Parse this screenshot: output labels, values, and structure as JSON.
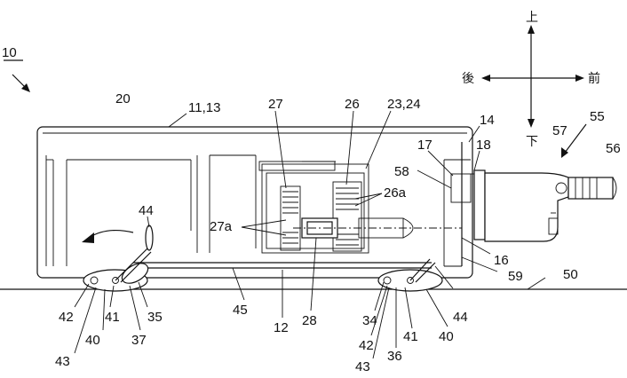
{
  "figure": {
    "main_ref": "10",
    "direction_labels": {
      "up": "上",
      "down": "下",
      "rear": "後",
      "front": "前"
    },
    "labels": [
      {
        "id": "lbl-20",
        "text": "20"
      },
      {
        "id": "lbl-11-13",
        "text": "11,13"
      },
      {
        "id": "lbl-27",
        "text": "27"
      },
      {
        "id": "lbl-26",
        "text": "26"
      },
      {
        "id": "lbl-23-24",
        "text": "23,24"
      },
      {
        "id": "lbl-14",
        "text": "14"
      },
      {
        "id": "lbl-17",
        "text": "17"
      },
      {
        "id": "lbl-18",
        "text": "18"
      },
      {
        "id": "lbl-57",
        "text": "57"
      },
      {
        "id": "lbl-55",
        "text": "55"
      },
      {
        "id": "lbl-56",
        "text": "56"
      },
      {
        "id": "lbl-58",
        "text": "58"
      },
      {
        "id": "lbl-26a",
        "text": "26a"
      },
      {
        "id": "lbl-27a",
        "text": "27a"
      },
      {
        "id": "lbl-44-left",
        "text": "44"
      },
      {
        "id": "lbl-16",
        "text": "16"
      },
      {
        "id": "lbl-59",
        "text": "59"
      },
      {
        "id": "lbl-50",
        "text": "50"
      },
      {
        "id": "lbl-45",
        "text": "45"
      },
      {
        "id": "lbl-12",
        "text": "12"
      },
      {
        "id": "lbl-28",
        "text": "28"
      },
      {
        "id": "lbl-34",
        "text": "34"
      },
      {
        "id": "lbl-44-right",
        "text": "44"
      },
      {
        "id": "lbl-42-left",
        "text": "42"
      },
      {
        "id": "lbl-41-left",
        "text": "41"
      },
      {
        "id": "lbl-35",
        "text": "35"
      },
      {
        "id": "lbl-40-left",
        "text": "40"
      },
      {
        "id": "lbl-37",
        "text": "37"
      },
      {
        "id": "lbl-43-left",
        "text": "43"
      },
      {
        "id": "lbl-42-right",
        "text": "42"
      },
      {
        "id": "lbl-41-right",
        "text": "41"
      },
      {
        "id": "lbl-40-right",
        "text": "40"
      },
      {
        "id": "lbl-36",
        "text": "36"
      },
      {
        "id": "lbl-43-right",
        "text": "43"
      }
    ]
  }
}
